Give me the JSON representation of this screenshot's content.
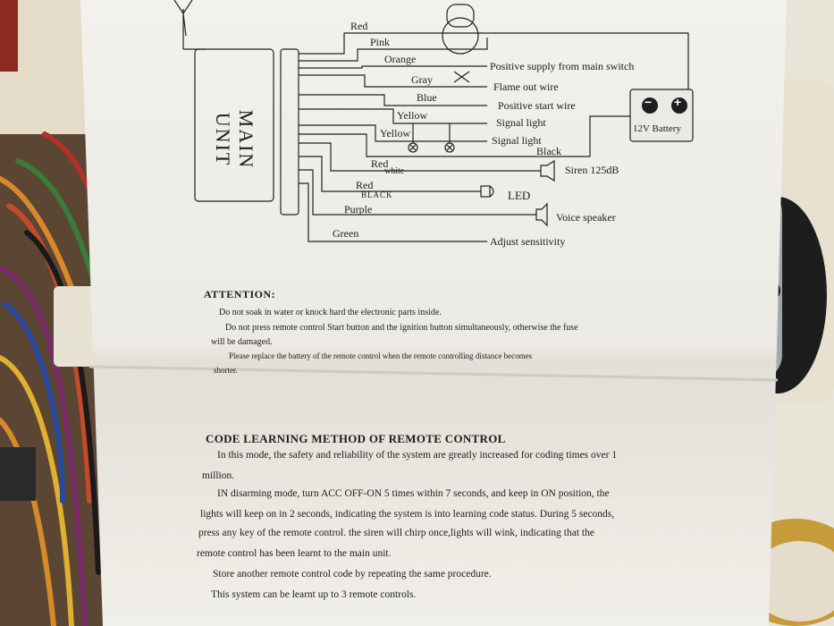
{
  "diagram": {
    "main_unit_line1": "MAIN",
    "main_unit_line2": "UNIT",
    "wires": [
      "Red",
      "Pink",
      "Orange",
      "Gray",
      "Blue",
      "Yellow",
      "Yellow",
      "Red",
      "white",
      "Red",
      "BLACK",
      "Purple",
      "Green"
    ],
    "descriptions": [
      "Positive supply from main switch",
      "Flame out wire",
      "Positive start wire",
      "Signal light",
      "Signal light",
      "Black",
      "Siren 125dB",
      "LED",
      "Voice speaker",
      "Adjust sensitivity"
    ],
    "battery_label": "12V Battery",
    "battery_minus": "−",
    "battery_plus": "+"
  },
  "attention": {
    "heading": "ATTENTION:",
    "lines": [
      "Do not soak in water or knock hard the electronic parts inside.",
      "Do not press remote control Start button and the ignition button simultaneously, otherwise the fuse",
      "will be damaged.",
      "Please replace the battery of the remote control when the remote controlling distance becomes",
      "shorter."
    ]
  },
  "code_learning": {
    "heading": "CODE LEARNING METHOD OF REMOTE CONTROL",
    "lines": [
      "In this mode, the safety and reliability of the system are greatly increased for coding times over 1",
      "million.",
      "IN disarming mode, turn ACC OFF-ON 5 times within 7 seconds, and keep in ON position, the",
      "lights will keep on in 2 seconds, indicating  the system is into learning code status. During 5 seconds,",
      "press any key of the remote control. the siren will chirp once,lights will wink, indicating that the",
      "remote control has been learnt to the main unit.",
      "Store another remote control code by repeating the same procedure.",
      "This system can be learnt up to 3 remote controls."
    ]
  }
}
